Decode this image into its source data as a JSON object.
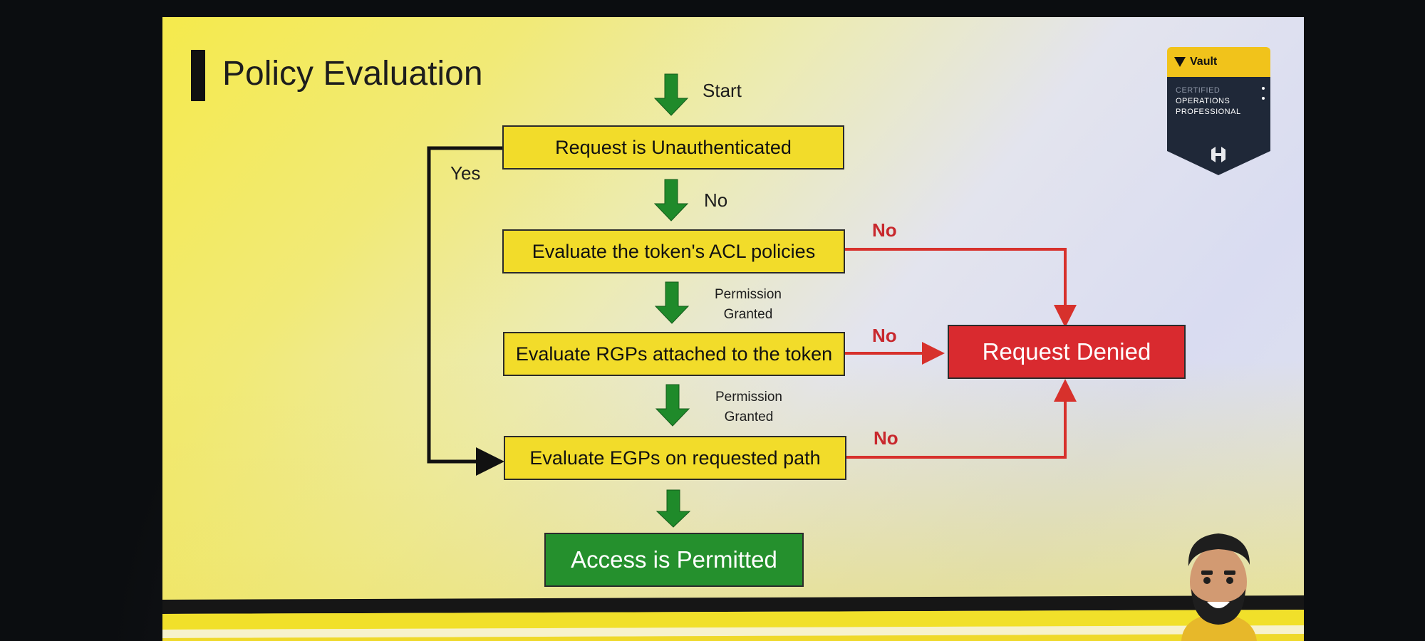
{
  "page": {
    "title": "Policy Evaluation"
  },
  "badge": {
    "brand": "Vault",
    "line1": "CERTIFIED",
    "line2": "OPERATIONS",
    "line3": "PROFESSIONAL"
  },
  "flow": {
    "start_label": "Start",
    "step1": "Request is Unauthenticated",
    "yes_label": "Yes",
    "no_label_1": "No",
    "step2": "Evaluate the token's ACL policies",
    "no_label_2": "No",
    "granted_label_1": [
      "Permission",
      "Granted"
    ],
    "step3": "Evaluate RGPs attached to the token",
    "no_label_3": "No",
    "denied": "Request Denied",
    "granted_label_2": [
      "Permission",
      "Granted"
    ],
    "step4": "Evaluate EGPs on requested path",
    "no_label_4": "No",
    "permitted": "Access is Permitted"
  },
  "colors": {
    "box_yellow": "#f2dc2a",
    "denied_red": "#d92a2f",
    "permitted_green": "#25902d",
    "arrow_green": "#1f8a2a",
    "no_red": "#c8282d"
  }
}
